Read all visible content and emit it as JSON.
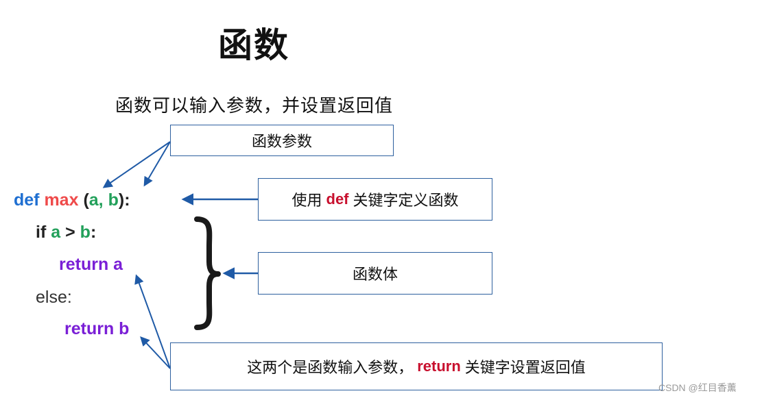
{
  "title": "函数",
  "subtitle": "函数可以输入参数，并设置返回值",
  "boxes": {
    "params": "函数参数",
    "def_pre": "使用",
    "def_kw": "def",
    "def_post": "关键字定义函数",
    "body": "函数体",
    "ret_pre": "这两个是函数输入参数，",
    "ret_kw": "return",
    "ret_post": "关键字设置返回值"
  },
  "code": {
    "l1_def": "def",
    "l1_name": "max",
    "l1_open": "(",
    "l1_a": "a,",
    "l1_b": "b",
    "l1_close": "):",
    "l2_if": "if",
    "l2_a": "a",
    "l2_gt": ">",
    "l2_b": "b",
    "l2_colon": ":",
    "l3": "return a",
    "l4": "else:",
    "l5": "return b"
  },
  "colors": {
    "box_border": "#2c5f9e",
    "arrow": "#1f5aa6",
    "keyword_def": "#1f6fd1",
    "function_name": "#ef4a4a",
    "params": "#22a05a",
    "return": "#7a1fd6",
    "highlight": "#c8102e"
  },
  "watermark": "CSDN @红目香薰"
}
